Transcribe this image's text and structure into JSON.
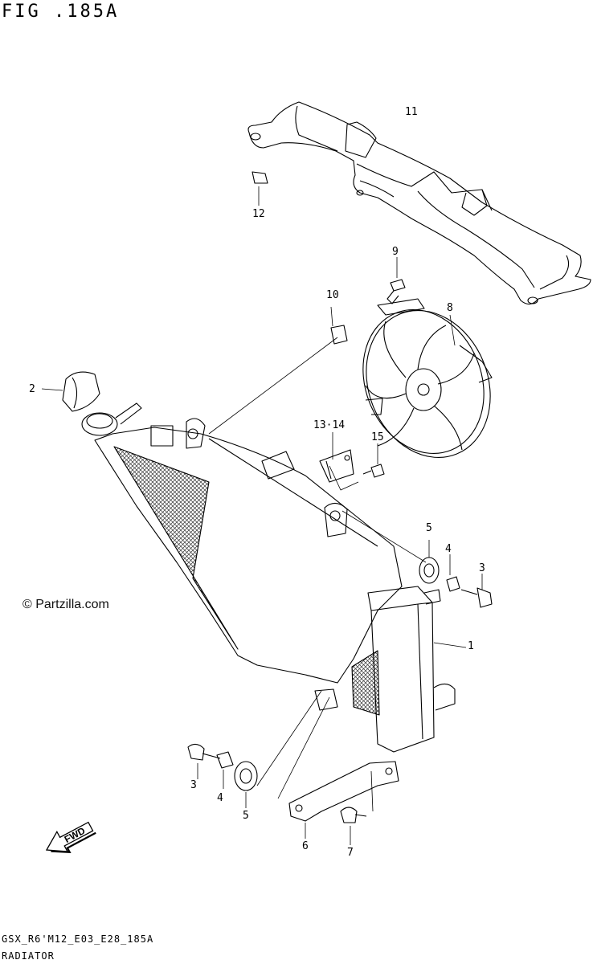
{
  "figure": {
    "title": "FIG .185A",
    "watermark": "© Partzilla.com",
    "footer_code": "GSX_R6'M12_E03_E28_185A",
    "footer_name": "RADIATOR",
    "fwd_label": "FWD"
  },
  "callouts": [
    {
      "id": "11",
      "label": "11"
    },
    {
      "id": "12",
      "label": "12"
    },
    {
      "id": "9",
      "label": "9"
    },
    {
      "id": "10",
      "label": "10"
    },
    {
      "id": "8",
      "label": "8"
    },
    {
      "id": "2",
      "label": "2"
    },
    {
      "id": "13-14",
      "label": "13·14"
    },
    {
      "id": "15",
      "label": "15"
    },
    {
      "id": "5a",
      "label": "5"
    },
    {
      "id": "4a",
      "label": "4"
    },
    {
      "id": "3a",
      "label": "3"
    },
    {
      "id": "1",
      "label": "1"
    },
    {
      "id": "3b",
      "label": "3"
    },
    {
      "id": "4b",
      "label": "4"
    },
    {
      "id": "5b",
      "label": "5"
    },
    {
      "id": "6",
      "label": "6"
    },
    {
      "id": "7",
      "label": "7"
    }
  ]
}
